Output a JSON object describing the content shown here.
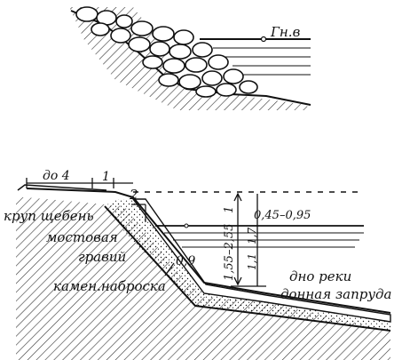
{
  "top_figure": {
    "water_level_label": "Гн.в"
  },
  "bottom_figure": {
    "dim_top_left": "до 4",
    "dim_top_mid": "1",
    "slope_label": "2",
    "labels": {
      "crushed_stone": "круп щебень",
      "paving": "мостовая",
      "gravel": "гравий",
      "riprap": "камен.наброска",
      "riverbed": "дно реки",
      "bottom_weir": "донная запруда"
    },
    "thickness": "0,9",
    "depth_range": "1,55–2,55",
    "level_range": "0,45–0,95",
    "dim_1": "1",
    "dim_17": "1,7",
    "dim_11": "1,1"
  },
  "colors": {
    "ink": "#111111",
    "paper": "#ffffff"
  }
}
